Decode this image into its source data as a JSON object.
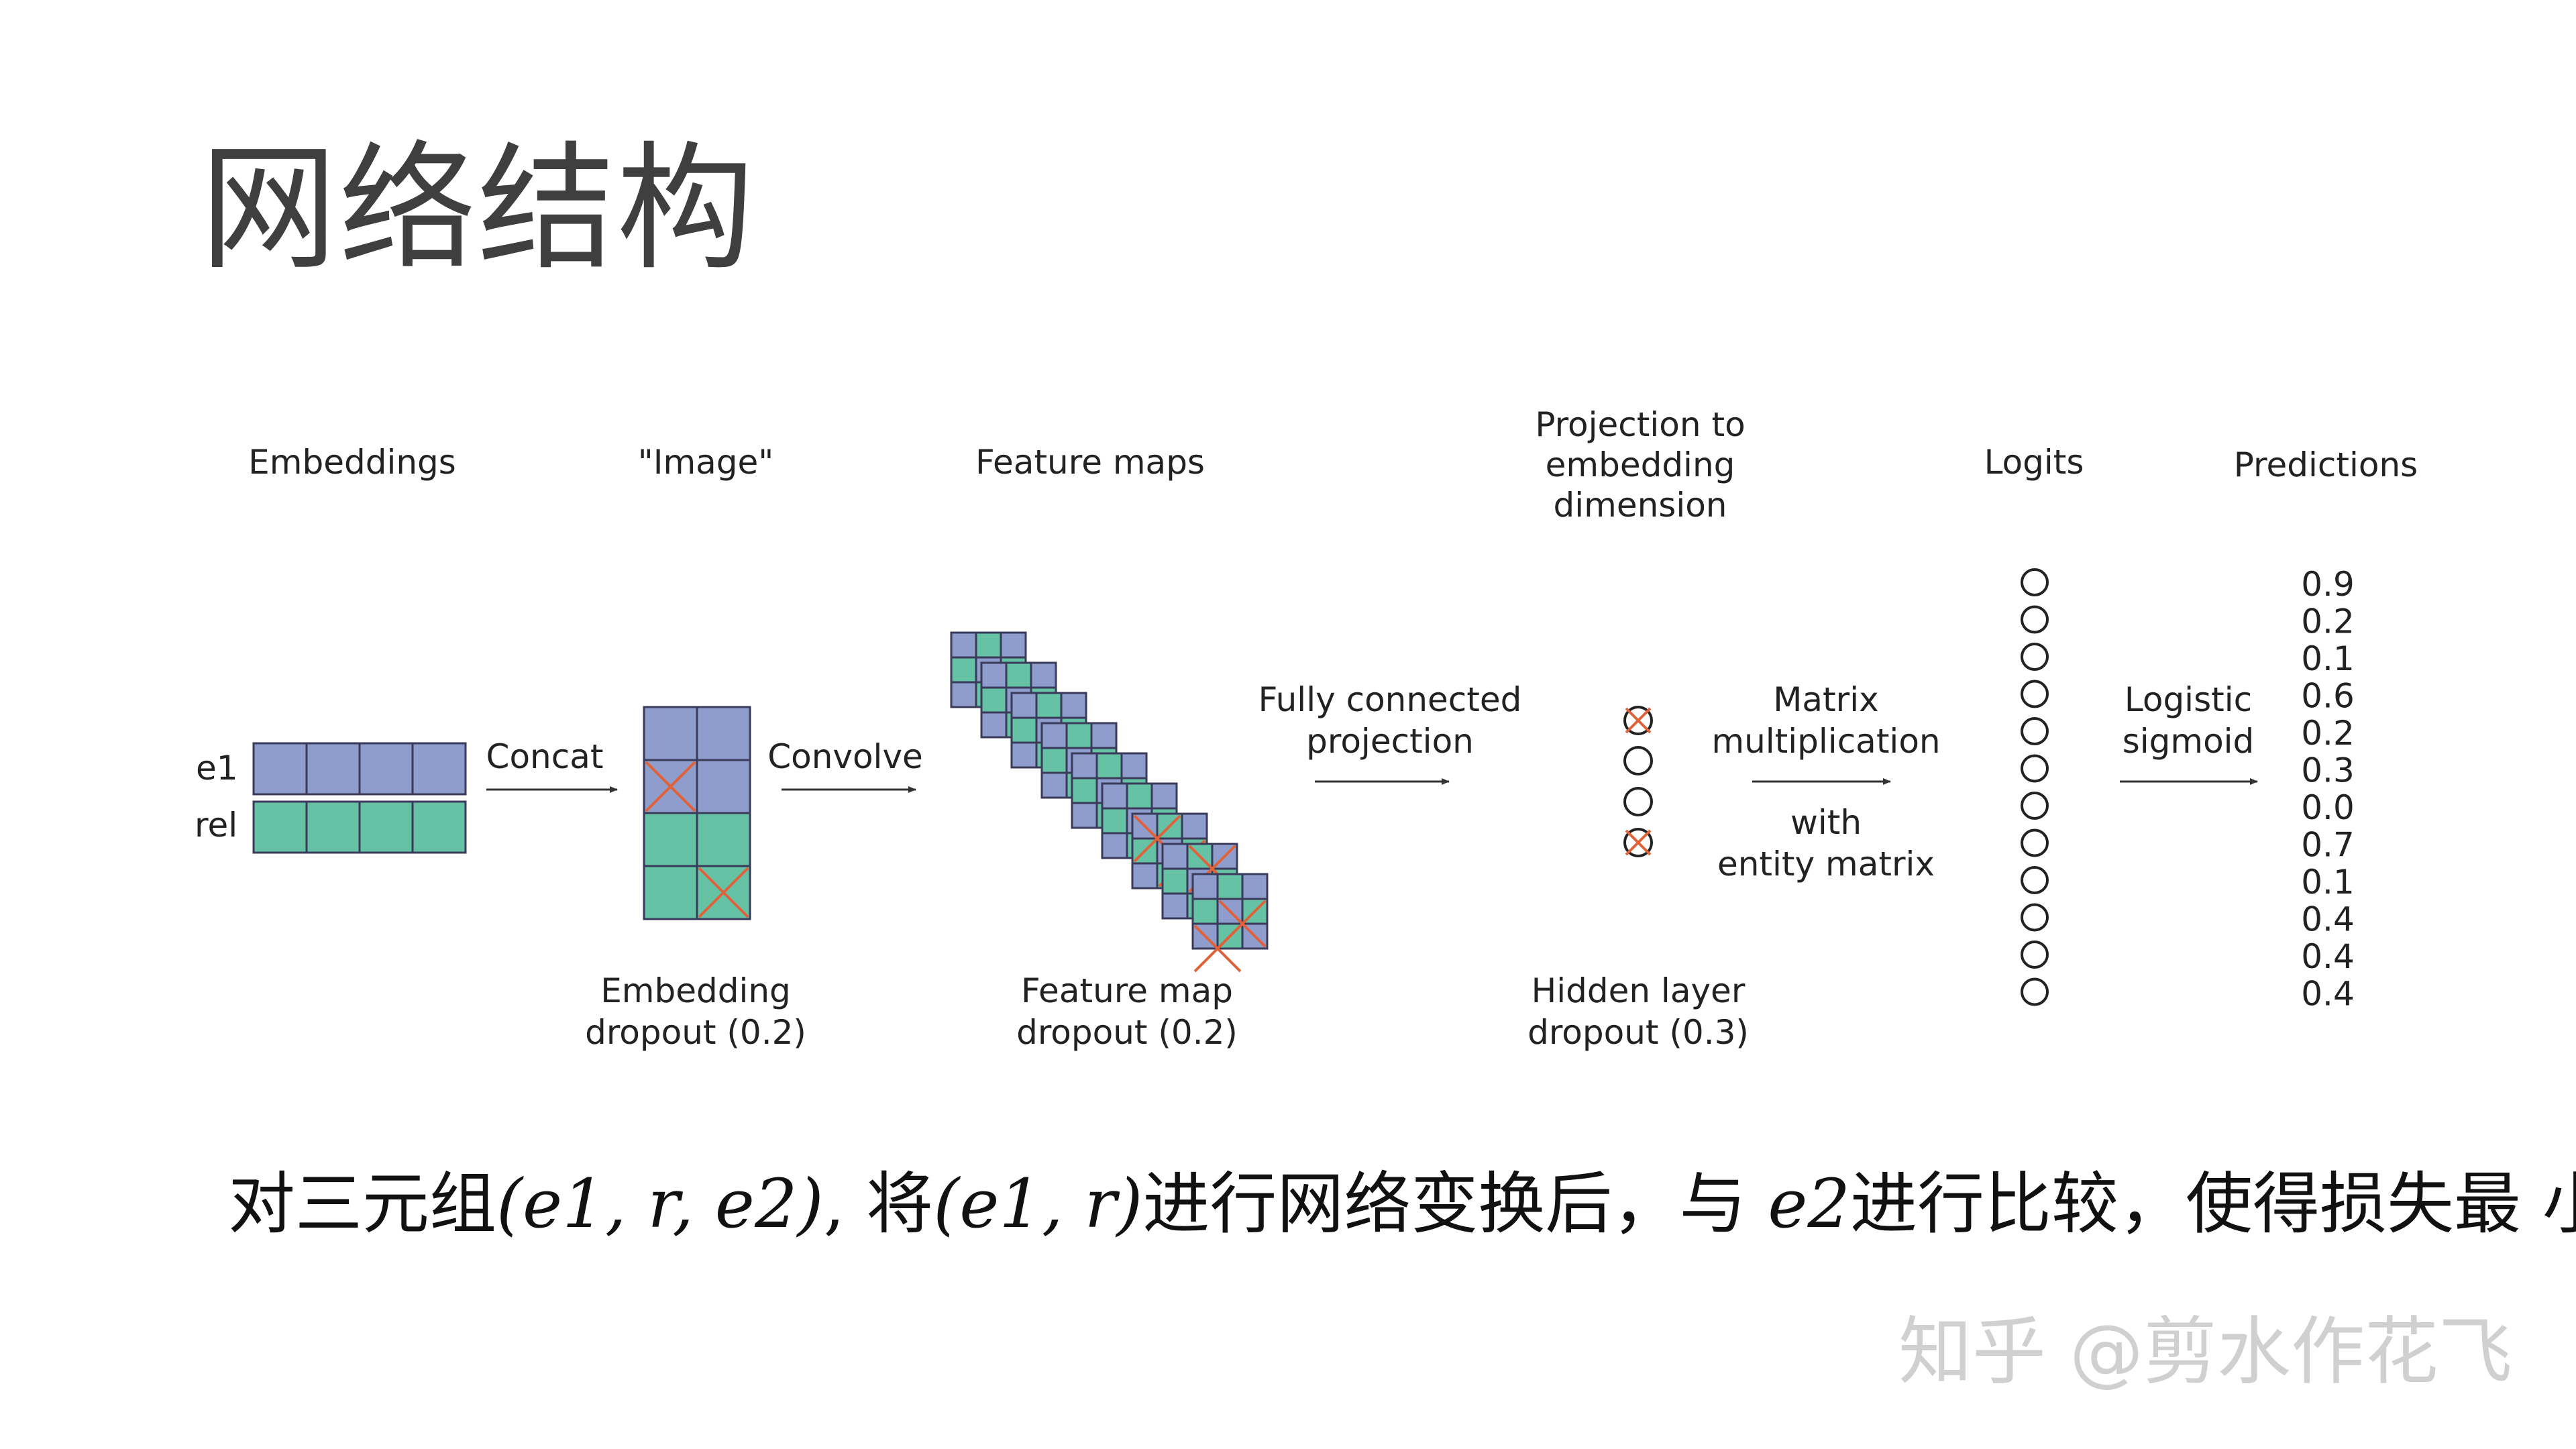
{
  "title": "网络结构",
  "labels": {
    "embeddings": "Embeddings",
    "image": "\"Image\"",
    "feature_maps": "Feature maps",
    "projection": [
      "Projection to",
      "embedding",
      "dimension"
    ],
    "logits": "Logits",
    "predictions": "Predictions",
    "e1": "e1",
    "rel": "rel",
    "concat": "Concat",
    "convolve": "Convolve",
    "fully_connected": [
      "Fully connected",
      "projection"
    ],
    "matrix_mult": [
      "Matrix",
      "multiplication"
    ],
    "with_entity": [
      "with",
      "entity matrix"
    ],
    "logistic": [
      "Logistic",
      "sigmoid"
    ],
    "embedding_dropout": [
      "Embedding",
      "dropout (0.2)"
    ],
    "feature_map_dropout": [
      "Feature map",
      "dropout (0.2)"
    ],
    "hidden_dropout": [
      "Hidden layer",
      "dropout (0.3)"
    ]
  },
  "prediction_values": [
    "0.9",
    "0.2",
    "0.1",
    "0.6",
    "0.2",
    "0.3",
    "0.0",
    "0.7",
    "0.1",
    "0.4",
    "0.4",
    "0.4"
  ],
  "colors": {
    "e1": "#8e9dcc",
    "rel": "#66c2a5",
    "dropout_cross": "#e0623a",
    "grid_line": "#3a3a5a",
    "text": "#222222"
  },
  "caption": {
    "p1": "对三元组",
    "t1": "(e1, r, e2)",
    "p2": ", 将",
    "t2": "(e1, r)",
    "p3": "进行网络变换后，与 ",
    "t3": "e2",
    "p4": "进行比较，使得损失最 小化"
  },
  "watermark": "知乎 @剪水作花飞"
}
